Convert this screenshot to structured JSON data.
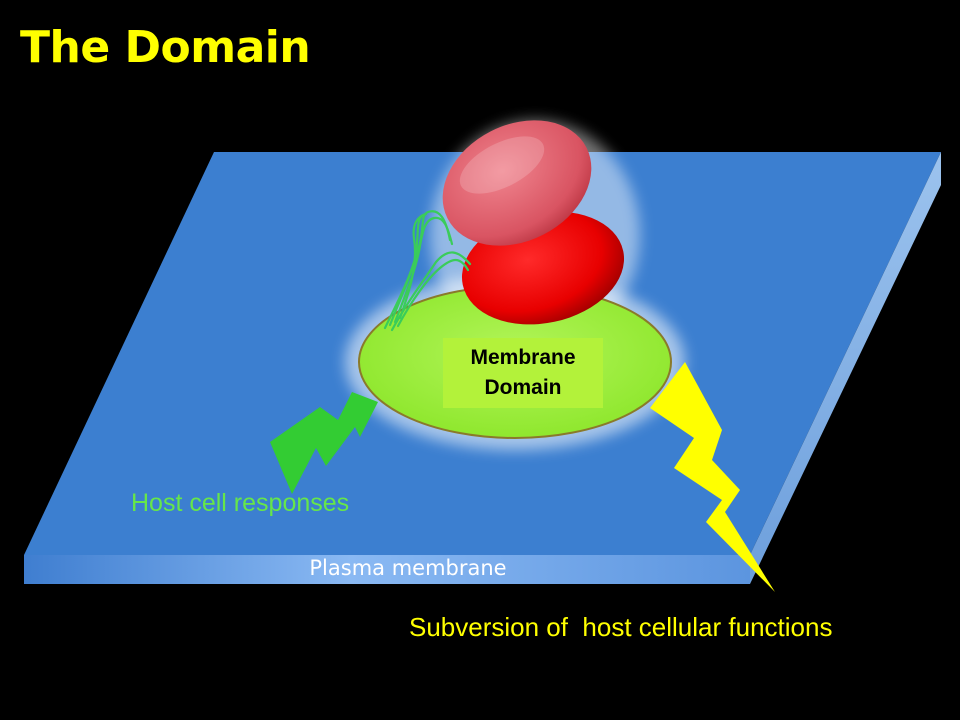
{
  "title": "The Domain",
  "labels": {
    "membrane": "Plasma membrane",
    "domain_line1": "Membrane",
    "domain_line2": "Domain",
    "host_responses": "Host cell responses",
    "subversion": "Subversion of  host cellular functions"
  },
  "colors": {
    "background": "#000000",
    "title": "#ffff00",
    "membrane_top": "#3c7fd0",
    "membrane_edge": "#6fa6ec",
    "domain": "#a6f53c",
    "bacterium_upper": "#e35f6e",
    "bacterium_lower": "#ee0000",
    "flagella": "#3acc5a",
    "responses_bolt": "#33cc33",
    "responses_text": "#66e64a",
    "subversion_bolt": "#ffff00",
    "subversion_text": "#ffff00"
  }
}
